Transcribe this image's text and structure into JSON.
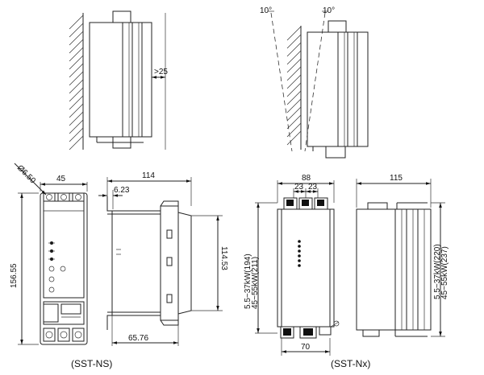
{
  "top_left": {
    "clearance": ">25"
  },
  "top_right": {
    "angle_left": "10°",
    "angle_right": "10°"
  },
  "sst_ns": {
    "caption": "(SST-NS)",
    "dia": "Ø6.50",
    "width": "45",
    "height": "156.55",
    "depth": "114",
    "offset": "6.23",
    "mount_height": "114.53",
    "mount_depth": "65.76"
  },
  "sst_nx": {
    "caption": "(SST-Nx)",
    "width": "88",
    "pitch_left": "23",
    "pitch_right": "23",
    "height_a": "5.5~37kW(194)",
    "height_b": "45~55kW(211)",
    "base_width": "70",
    "depth": "115",
    "depth_a": "5.5~37kW(220)",
    "depth_b": "45~55kW(237)"
  }
}
